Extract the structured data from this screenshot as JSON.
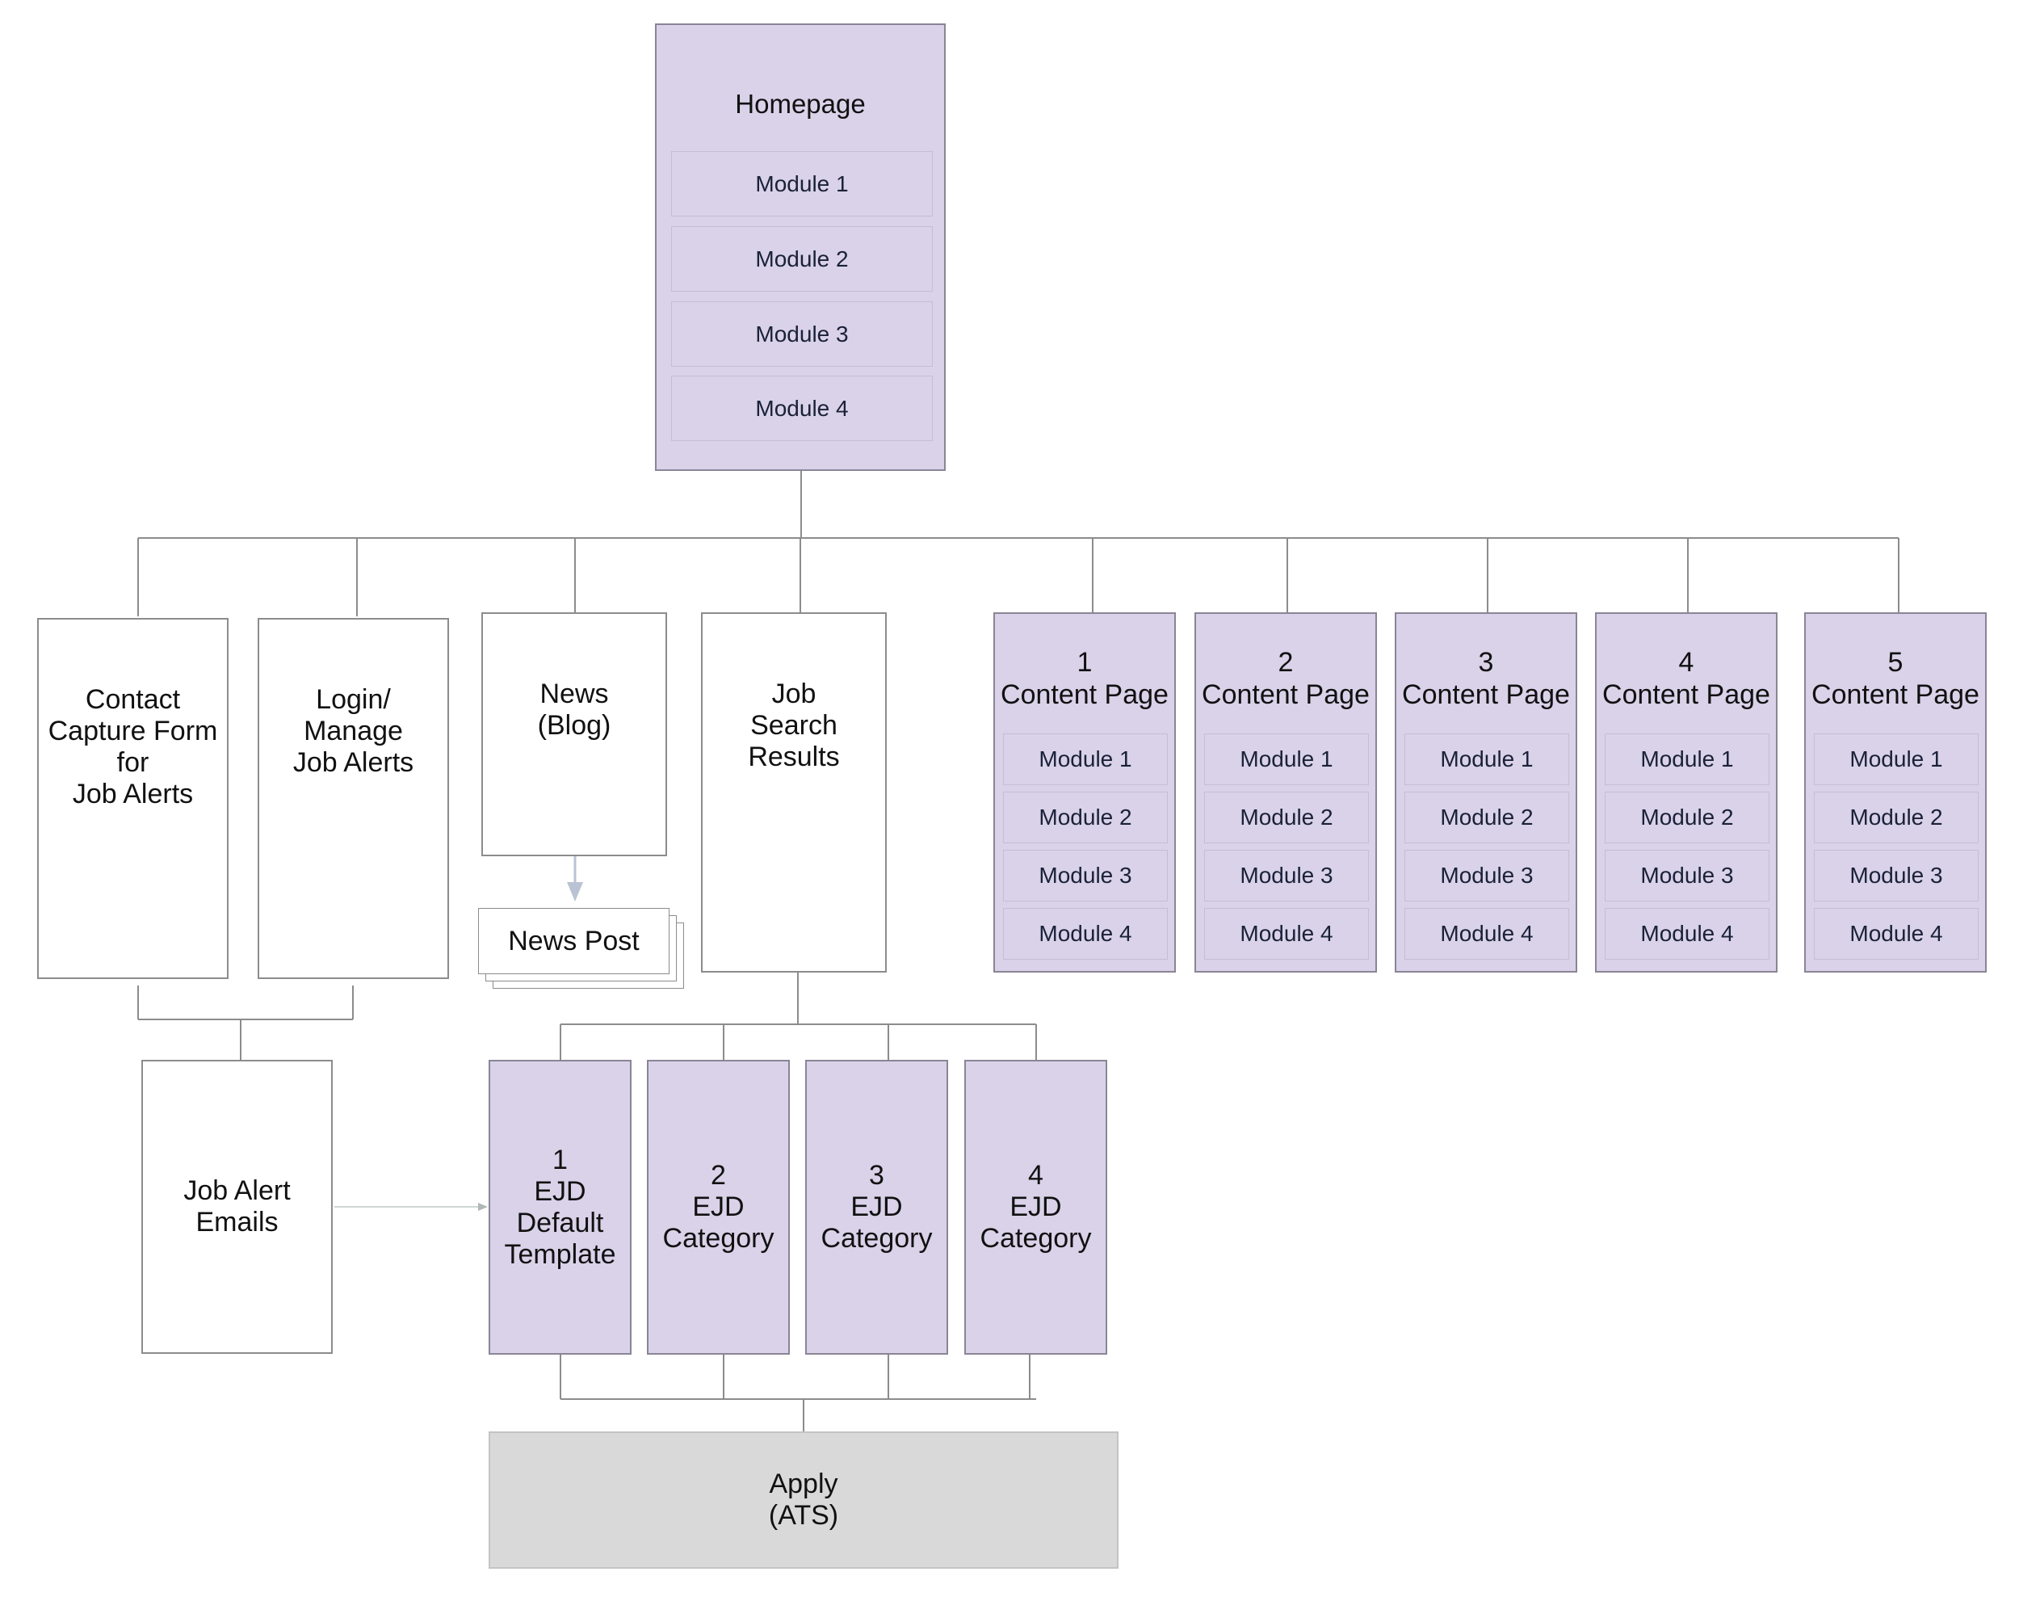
{
  "homepage": {
    "title": "Homepage",
    "modules": [
      "Module 1",
      "Module 2",
      "Module 3",
      "Module 4"
    ]
  },
  "contact_form": {
    "label": "Contact\nCapture Form\nfor\nJob Alerts"
  },
  "login": {
    "label": "Login/\nManage\nJob Alerts"
  },
  "news": {
    "label": "News\n(Blog)"
  },
  "news_post": {
    "label": "News Post"
  },
  "job_search": {
    "label": "Job\nSearch\nResults"
  },
  "content_pages": [
    {
      "number": "1",
      "title": "Content Page",
      "modules": [
        "Module 1",
        "Module 2",
        "Module 3",
        "Module 4"
      ]
    },
    {
      "number": "2",
      "title": "Content Page",
      "modules": [
        "Module 1",
        "Module 2",
        "Module 3",
        "Module 4"
      ]
    },
    {
      "number": "3",
      "title": "Content Page",
      "modules": [
        "Module 1",
        "Module 2",
        "Module 3",
        "Module 4"
      ]
    },
    {
      "number": "4",
      "title": "Content Page",
      "modules": [
        "Module 1",
        "Module 2",
        "Module 3",
        "Module 4"
      ]
    },
    {
      "number": "5",
      "title": "Content Page",
      "modules": [
        "Module 1",
        "Module 2",
        "Module 3",
        "Module 4"
      ]
    }
  ],
  "job_alert_emails": {
    "label": "Job Alert\nEmails"
  },
  "ejd": [
    {
      "label": "1\nEJD\nDefault\nTemplate"
    },
    {
      "label": "2\nEJD\nCategory"
    },
    {
      "label": "3\nEJD\nCategory"
    },
    {
      "label": "4\nEJD\nCategory"
    }
  ],
  "apply": {
    "label": "Apply\n(ATS)"
  },
  "colors": {
    "page_fill": "#d9d2e9",
    "apply_fill": "#d9d9d9",
    "connector": "#8c8c8c",
    "arrow": "#b9c3d3"
  }
}
